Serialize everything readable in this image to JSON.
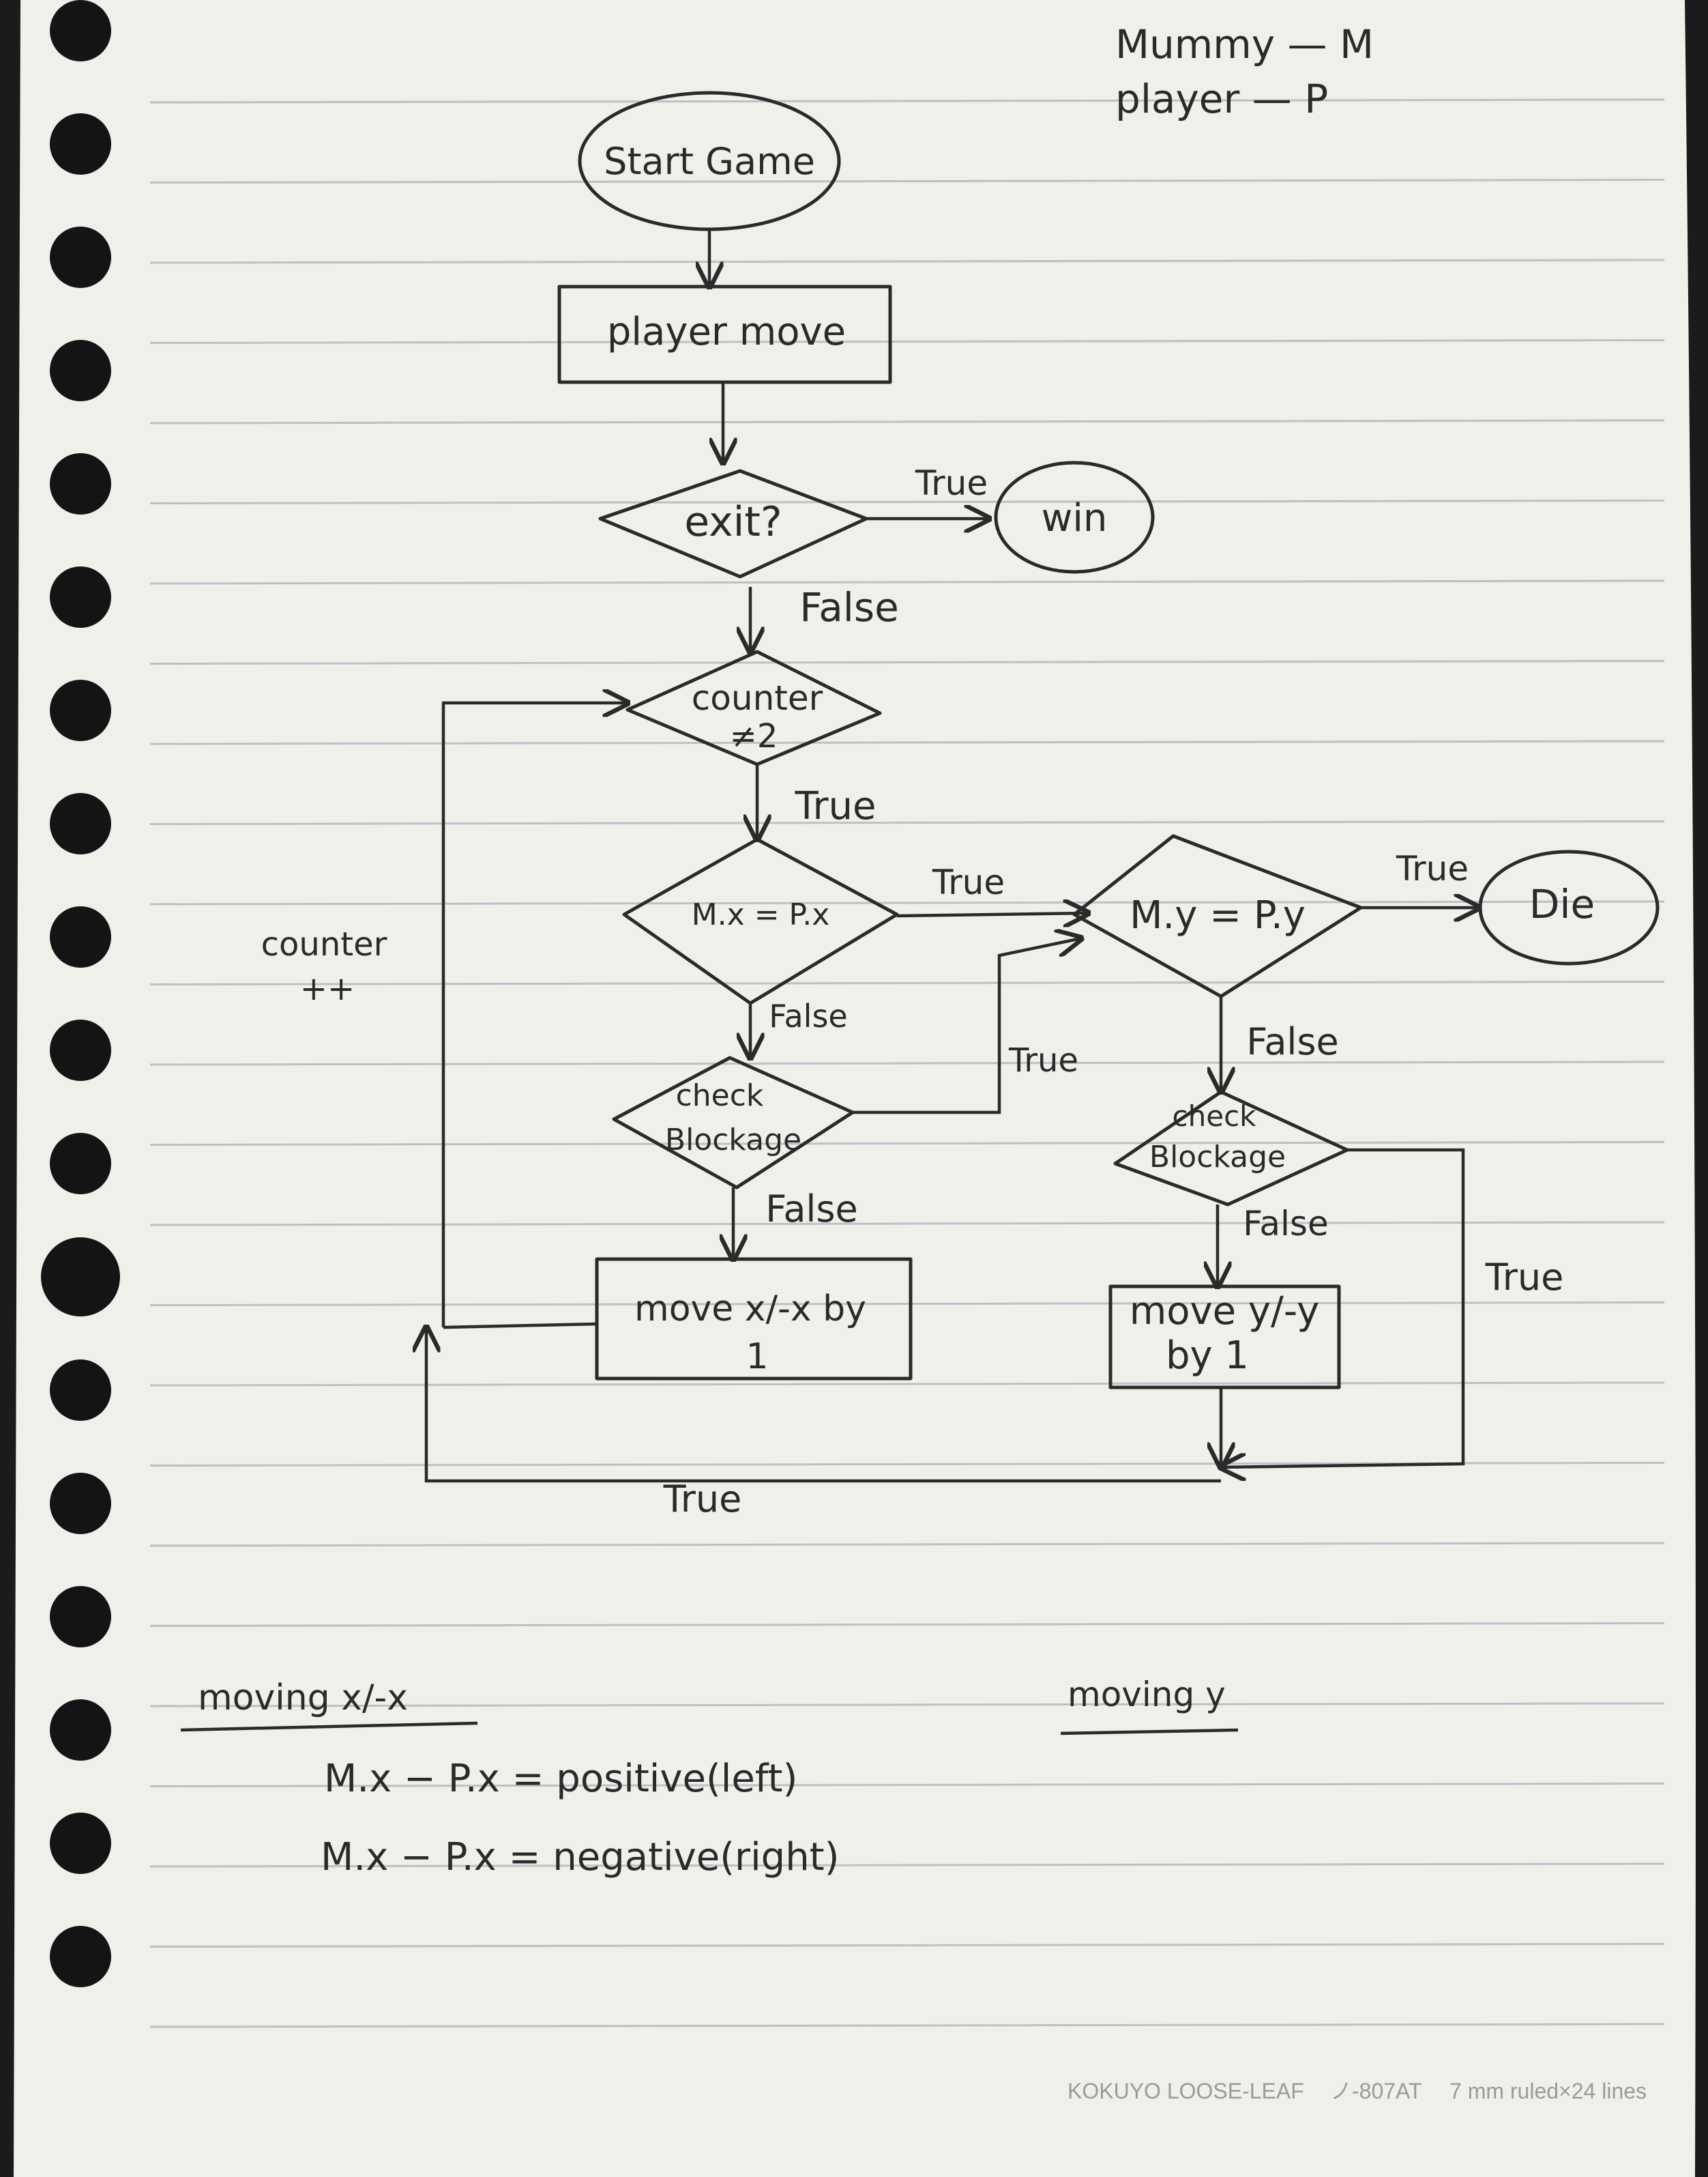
{
  "legend": {
    "mummy": "Mummy — M",
    "player": "player — P"
  },
  "flowchart": {
    "start": "Start Game",
    "player_move": "player move",
    "exit_decision": "exit?",
    "win": "win",
    "counter_decision_line1": "counter",
    "counter_decision_line2": "≠2",
    "mx_decision": "M.x = P.x",
    "my_decision": "M.y = P.y",
    "die": "Die",
    "check_blockage_x_line1": "check",
    "check_blockage_x_line2": "Blockage",
    "check_blockage_y_line1": "check",
    "check_blockage_y_line2": "Blockage",
    "move_x_line1": "move x/-x by",
    "move_x_line2": "1",
    "move_y_line1": "move y/-y",
    "move_y_line2": "by 1",
    "counter_inc_line1": "counter",
    "counter_inc_line2": "++"
  },
  "edge_labels": {
    "exit_true": "True",
    "exit_false": "False",
    "counter_true": "True",
    "mx_true": "True",
    "mx_false": "False",
    "my_true": "True",
    "my_false": "False",
    "blockx_true": "True",
    "blockx_false": "False",
    "blocky_false": "False",
    "blocky_true": "True",
    "loop_true": "True"
  },
  "notes": {
    "moving_x_heading": "moving x/-x",
    "moving_y_heading": "moving y",
    "line1": "M.x  − P.x  =  positive(left)",
    "line2": "M.x  − P.x  =  negative(right)"
  },
  "footer": {
    "brand": "KOKUYO  LOOSE-LEAF",
    "code": "ノ-807AT",
    "ruling": "7 mm ruled×24 lines"
  },
  "colors": {
    "paper": "#f1efea",
    "ink": "#2a2a2a",
    "rule": "#b9c1c9",
    "hole": "#141414"
  }
}
